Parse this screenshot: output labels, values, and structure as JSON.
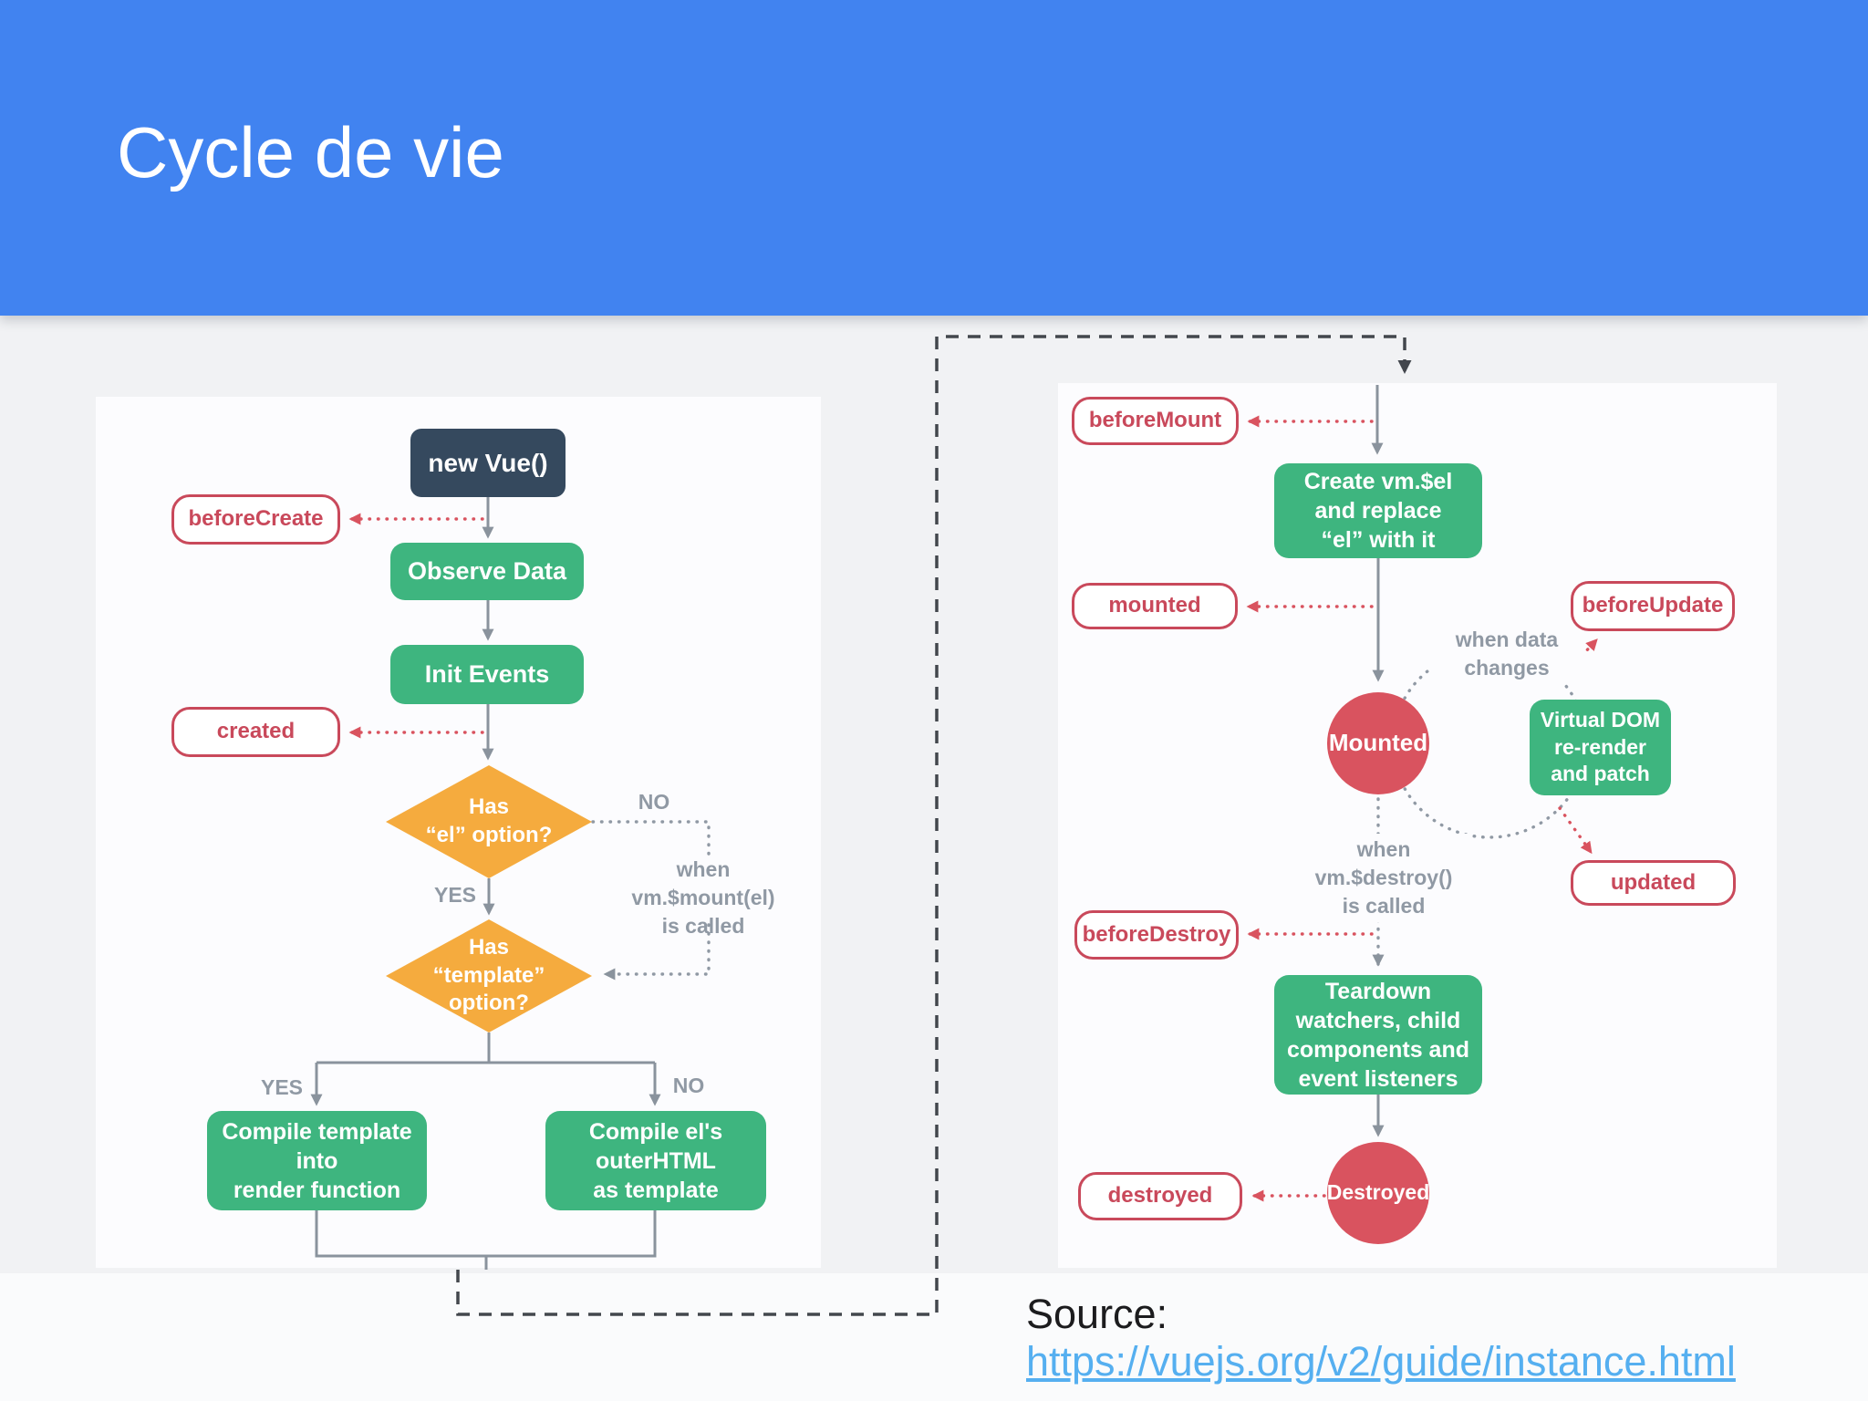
{
  "slide": {
    "title": "Cycle de vie",
    "source_label": "Source:",
    "source_url": "https://vuejs.org/v2/guide/instance.html"
  },
  "colors": {
    "header_blue": "#4183f0",
    "page_bg": "#f1f2f4",
    "panel": "#fcfcfe",
    "green": "#3eb57f",
    "navy": "#35495e",
    "orange": "#f5ab3e",
    "red": "#d9535f",
    "hook_red": "#c9495b",
    "line_gray": "#8a939d",
    "text_gray": "#9099a4",
    "dash_dark": "#43474d",
    "link_blue": "#55aff0"
  },
  "left_flow": {
    "new_vue": "new Vue()",
    "hook_before_create": "beforeCreate",
    "observe_data": "Observe Data",
    "init_events": "Init Events",
    "hook_created": "created",
    "diamond_el": "Has\n“el” option?",
    "label_no_1": "NO",
    "label_yes_1": "YES",
    "when_mount": "when\nvm.$mount(el)\nis called",
    "diamond_template": "Has\n“template”\noption?",
    "label_yes_2": "YES",
    "label_no_2": "NO",
    "compile_template": "Compile template\ninto\nrender function",
    "compile_el": "Compile el's\nouterHTML\nas template"
  },
  "right_flow": {
    "hook_before_mount": "beforeMount",
    "create_el": "Create vm.$el\nand replace\n“el” with it",
    "hook_mounted": "mounted",
    "mounted_state": "Mounted",
    "when_data_changes": "when data\nchanges",
    "hook_before_update": "beforeUpdate",
    "virtual_dom": "Virtual DOM\nre-render\nand patch",
    "hook_updated": "updated",
    "when_destroy": "when\nvm.$destroy()\nis called",
    "hook_before_destroy": "beforeDestroy",
    "teardown": "Teardown\nwatchers, child\ncomponents and\nevent listeners",
    "destroyed_state": "Destroyed",
    "hook_destroyed": "destroyed"
  }
}
